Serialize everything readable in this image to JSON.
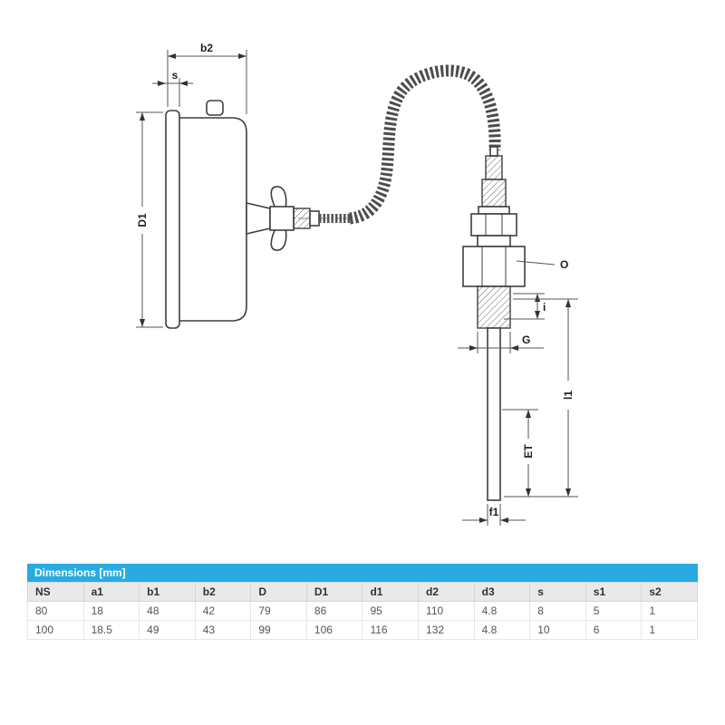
{
  "drawing": {
    "labels": {
      "b2": "b2",
      "s": "s",
      "D1": "D1",
      "O": "O",
      "i": "i",
      "G": "G",
      "l1": "l1",
      "ET": "ET",
      "f1": "f1"
    }
  },
  "table": {
    "title": "Dimensions [mm]",
    "columns": [
      "NS",
      "a1",
      "b1",
      "b2",
      "D",
      "D1",
      "d1",
      "d2",
      "d3",
      "s",
      "s1",
      "s2"
    ],
    "rows": [
      [
        "80",
        "18",
        "48",
        "42",
        "79",
        "86",
        "95",
        "110",
        "4.8",
        "8",
        "5",
        "1"
      ],
      [
        "100",
        "18.5",
        "49",
        "43",
        "99",
        "106",
        "116",
        "132",
        "4.8",
        "10",
        "6",
        "1"
      ]
    ]
  },
  "colors": {
    "accent_blue": "#29abe2",
    "header_text": "#ffffff",
    "column_header_bg": "#e9e9e9",
    "drawing_stroke": "#3f3f3f"
  }
}
